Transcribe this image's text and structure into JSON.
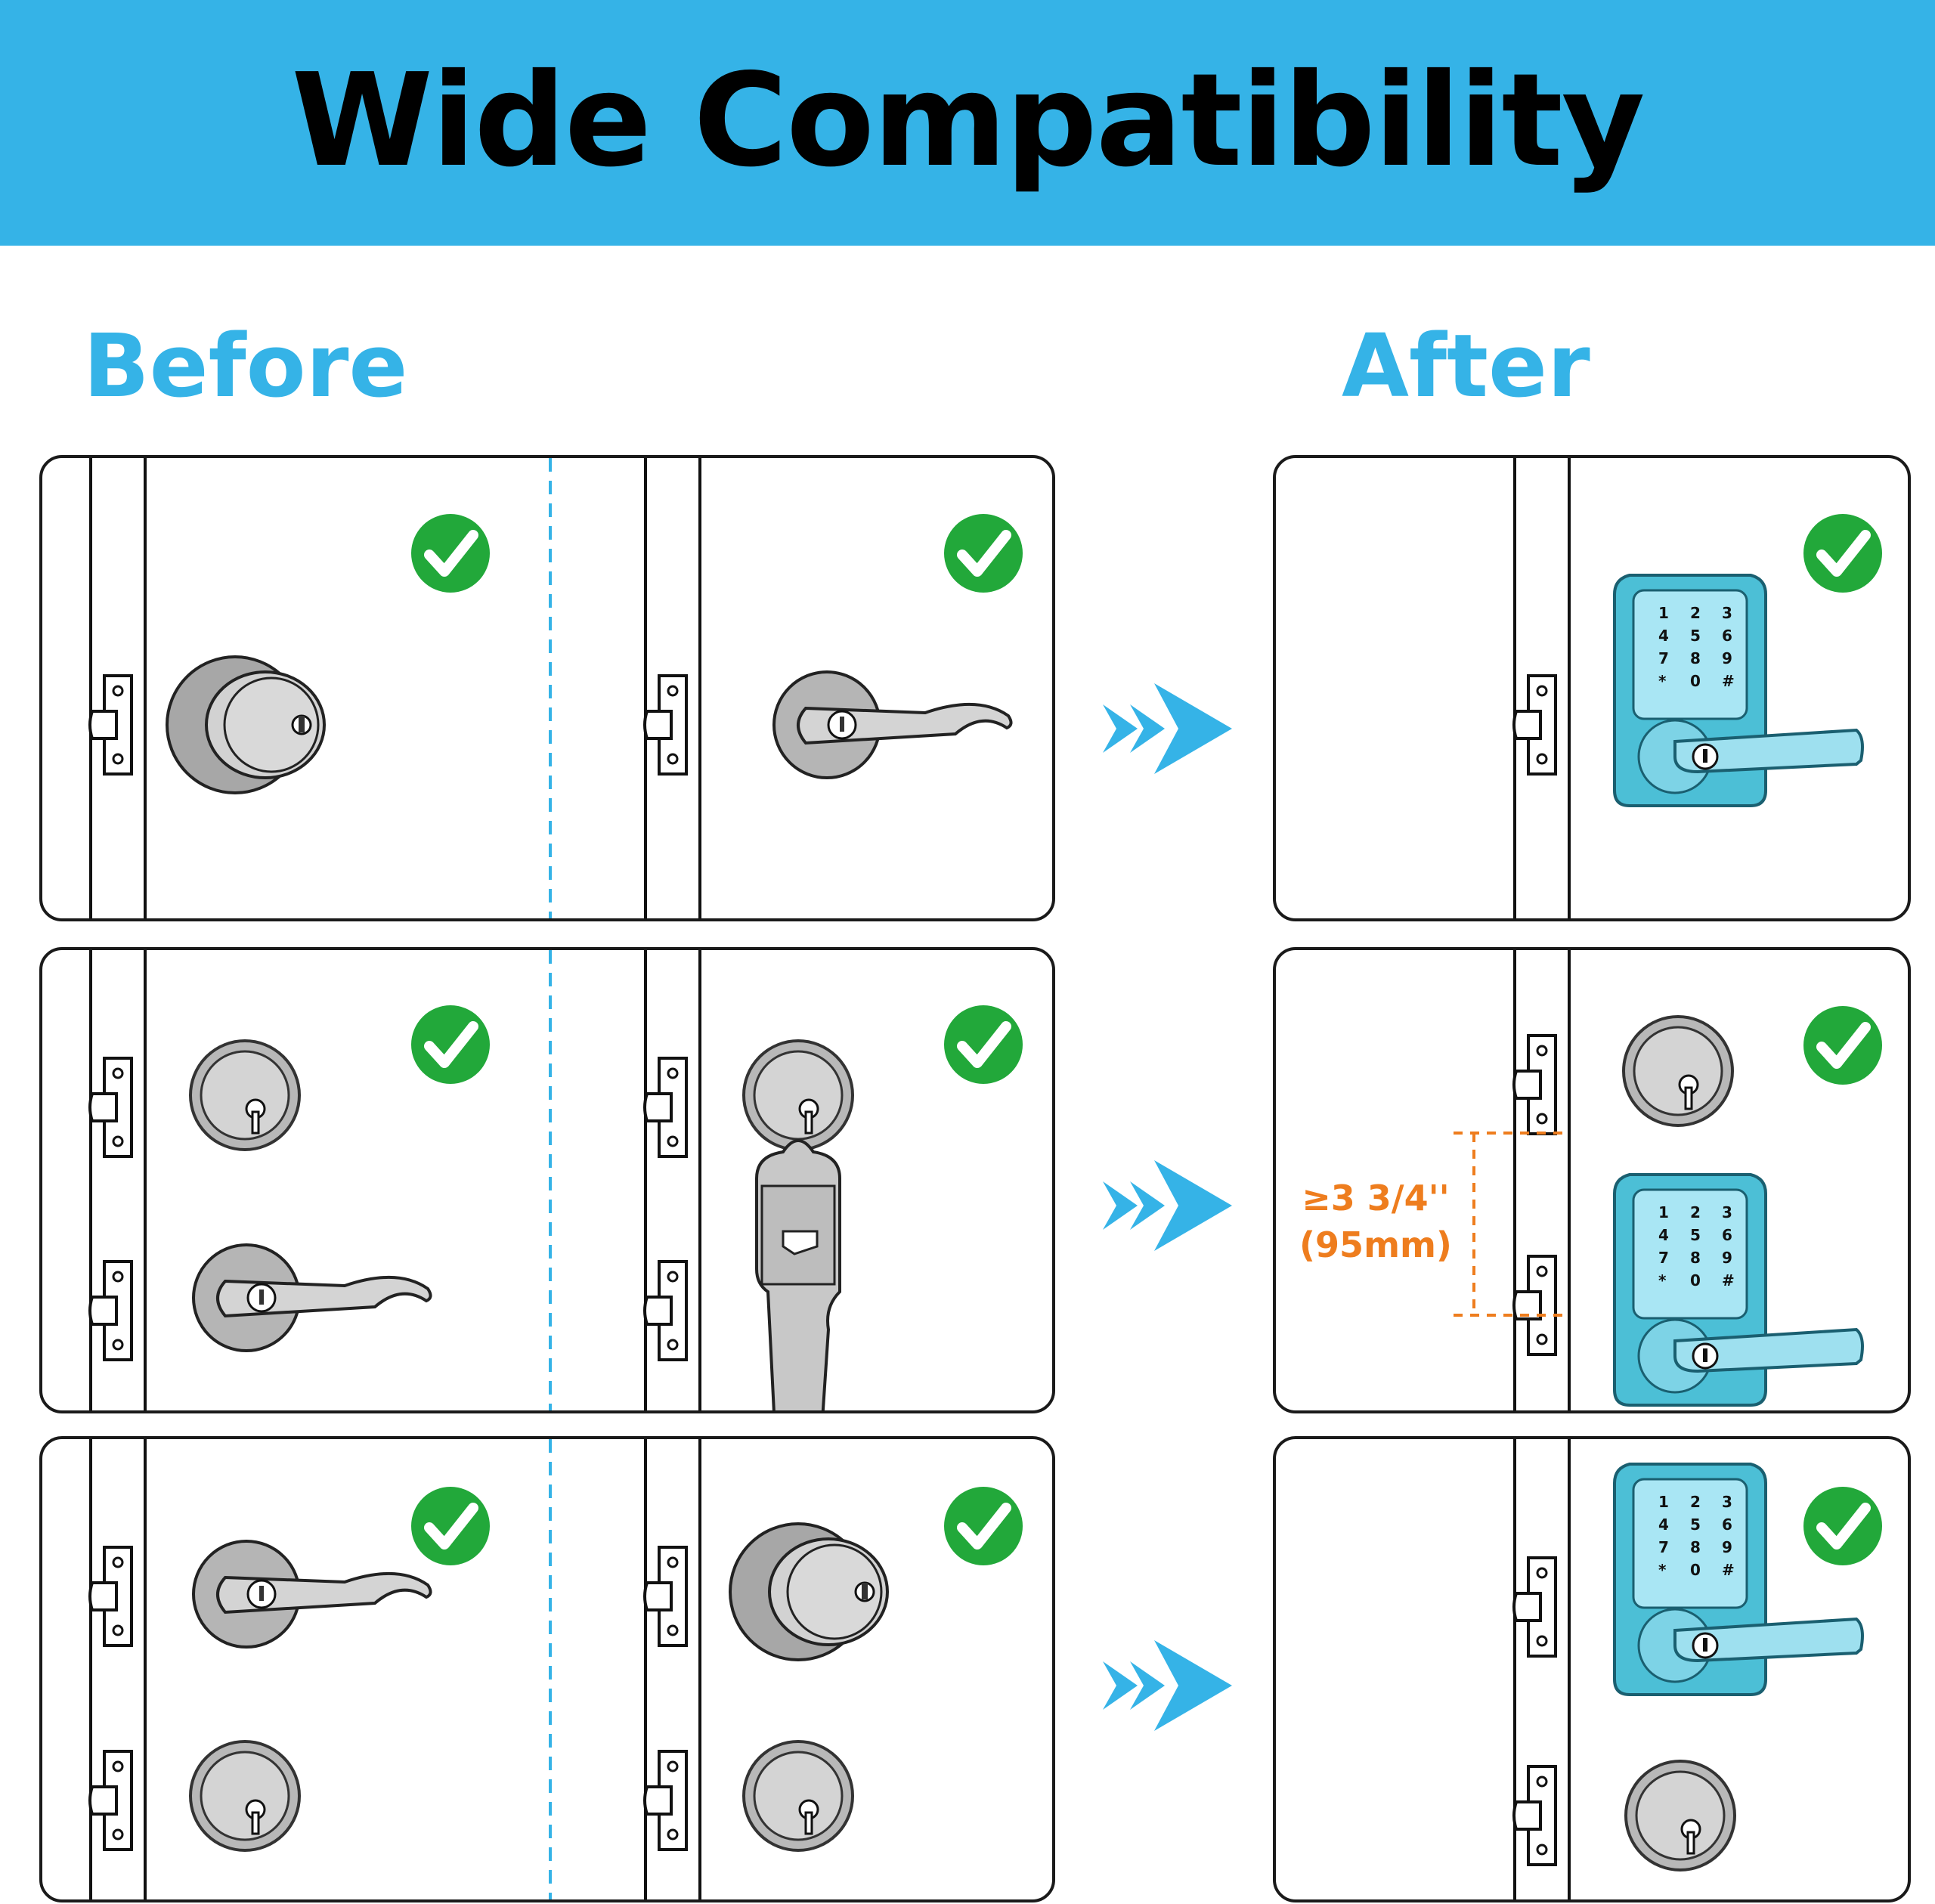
{
  "header": {
    "title": "Wide Compatibility"
  },
  "columns": {
    "before": "Before",
    "after": "After"
  },
  "measurement": {
    "line1": "≥3 3/4''",
    "line2": "(95mm)"
  },
  "colors": {
    "banner": "#35b3e7",
    "accent": "#35b3e7",
    "check": "#22a83a",
    "measure": "#ee7d1e",
    "lock_gray": "#cccccc",
    "smart_lock": "#4cbfd6"
  },
  "rows": [
    {
      "before": [
        "knob-lock",
        "lever-lock"
      ],
      "after": [
        "smart-lever-lock"
      ]
    },
    {
      "before": [
        "deadbolt + lever-lock",
        "deadbolt + handleset"
      ],
      "after": [
        "deadbolt + smart-lever-lock"
      ]
    },
    {
      "before": [
        "lever-lock + deadbolt",
        "knob-lock + deadbolt"
      ],
      "after": [
        "smart-lever-lock + deadbolt"
      ]
    }
  ]
}
